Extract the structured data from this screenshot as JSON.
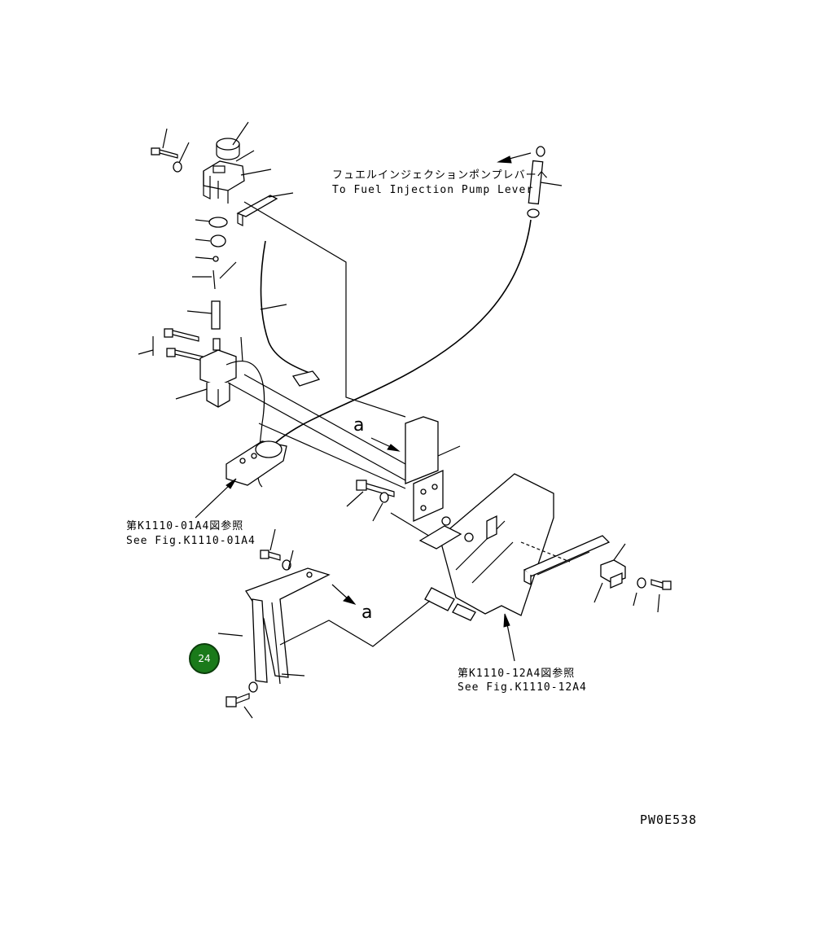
{
  "callouts": {
    "fuel_pump_lever_jp": "フュエルインジェクションポンプレバーへ",
    "fuel_pump_lever_en": "To Fuel Injection Pump Lever",
    "ref_01a4_jp": "第K1110-01A4図参照",
    "ref_01a4_en": "See Fig.K1110-01A4",
    "ref_12a4_jp": "第K1110-12A4図参照",
    "ref_12a4_en": "See Fig.K1110-12A4"
  },
  "view_markers": {
    "upper": "a",
    "lower": "a"
  },
  "badge": {
    "label": "24",
    "color": "#1a7a1a"
  },
  "drawing_code": "PW0E538"
}
